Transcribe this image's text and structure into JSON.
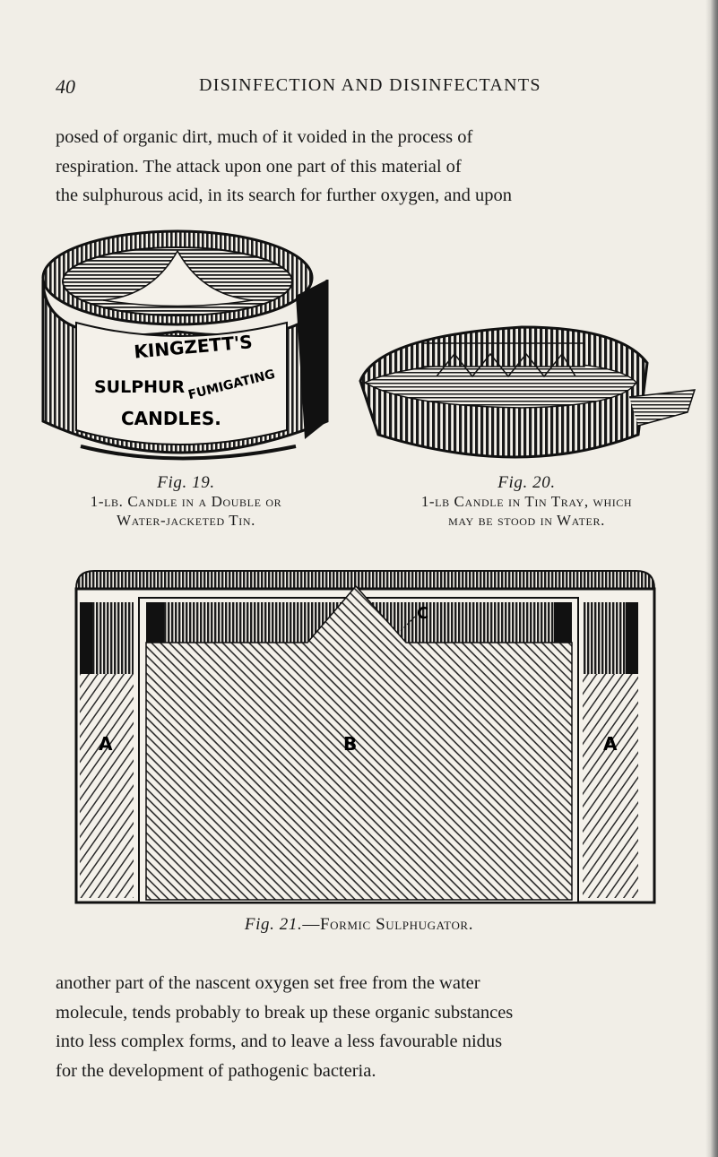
{
  "header": {
    "page_number": "40",
    "running_title": "DISINFECTION AND DISINFECTANTS"
  },
  "body": {
    "para1": [
      "posed of organic dirt, much of it voided in the process of",
      "respiration. The attack upon one part of this material of",
      "the sulphurous acid, in its search for further oxygen, and upon"
    ],
    "para2": [
      "another part of the nascent oxygen set free from the water",
      "molecule, tends probably to break up these organic substances",
      "into less complex forms, and to leave a less favourable nidus",
      "for the development of pathogenic bacteria."
    ]
  },
  "figures": {
    "fig19": {
      "label_line1": "KINGZETT'S",
      "label_line2a": "SULPHUR",
      "label_line2b": "FUMIGATING",
      "label_line3": "CANDLES.",
      "fig_no": "Fig. 19.",
      "caption_line1": "1-lb. Candle in a Double or",
      "caption_line2": "Water-jacketed Tin."
    },
    "fig20": {
      "fig_no": "Fig. 20.",
      "caption_line1": "1-lb Candle in Tin Tray, which",
      "caption_line2": "may be stood in Water."
    },
    "fig21": {
      "label_c": "C",
      "label_a_left": "A",
      "label_b": "B",
      "label_a_right": "A",
      "fig_no": "Fig. 21.",
      "caption": "—Formic Sulphugator."
    }
  }
}
